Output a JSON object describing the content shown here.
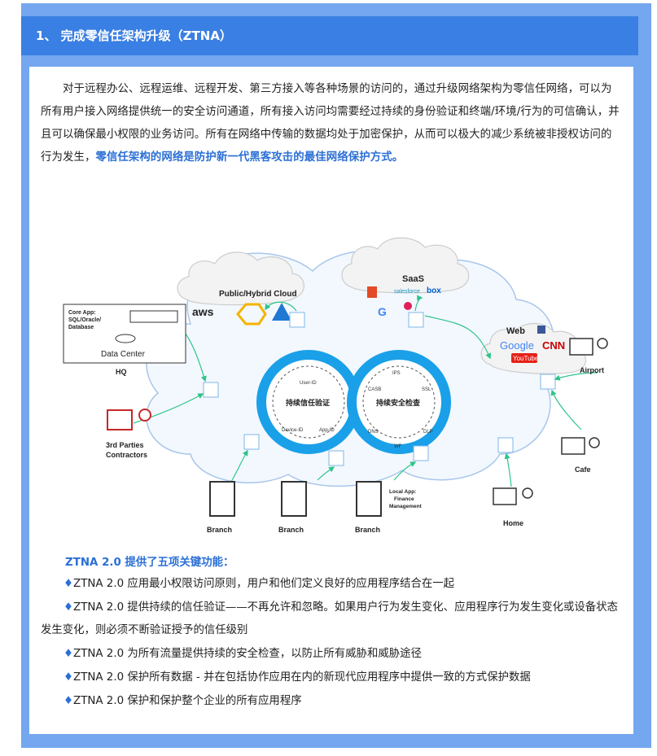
{
  "header": {
    "title": "1、 完成零信任架构升级（ZTNA）"
  },
  "intro": {
    "text": "对于远程办公、远程运维、远程开发、第三方接入等各种场景的访问的，通过升级网络架构为零信任网络，可以为所有用户接入网络提供统一的安全访问通道，所有接入访问均需要经过持续的身份验证和终端/环境/行为的可信确认，并且可以确保最小权限的业务访问。所有在网络中传输的数据均处于加密保护，从而可以极大的减少系统被非授权访问的行为发生，",
    "highlight": "零信任架构的网络是防护新一代黑客攻击的最佳网络保护方式。"
  },
  "diagram": {
    "public_cloud": "Public/Hybrid Cloud",
    "aws": "aws",
    "saas": "SaaS",
    "salesforce": "salesforce",
    "box": "box",
    "web": "Web",
    "google": "Google",
    "cnn": "CNN",
    "youtube": "YouTube",
    "core_app": "Core App:\nSQL/Oracle/\nDatabase",
    "core_app_lines": [
      "Core App:",
      "SQL/Oracle/",
      "Database"
    ],
    "data_center": "Data Center",
    "hq": "HQ",
    "third_parties": [
      "3rd Parties",
      "Contractors"
    ],
    "branch1": "Branch",
    "branch2": "Branch",
    "branch3": "Branch",
    "local_app": [
      "Local App:",
      "Finance",
      "Management"
    ],
    "home": "Home",
    "cafe": "Cafe",
    "airport": "Airport",
    "ring_left": "持续信任验证",
    "ring_right": "持续安全检查",
    "user_id": "User-ID",
    "device_id": "Device-ID",
    "app_id": "App-ID",
    "dns": "DNS",
    "dlp": "DLP",
    "wf": "WF",
    "ssl": "SSL",
    "casb": "CASB",
    "ips": "IPS"
  },
  "features": {
    "title": "ZTNA 2.0 提供了五项关键功能：",
    "bullet": "♦",
    "items": [
      "ZTNA 2.0 应用最小权限访问原则，用户和他们定义良好的应用程序结合在一起",
      "ZTNA 2.0 提供持续的信任验证——不再允许和忽略。如果用户行为发生变化、应用程序行为发生变化或设备状态发生变化，则必须不断验证授予的信任级别",
      "ZTNA 2.0 为所有流量提供持续的安全检查，以防止所有威胁和威胁途径",
      "ZTNA 2.0 保护所有数据 - 并在包括协作应用在内的新现代应用程序中提供一致的方式保护数据",
      "ZTNA 2.0 保护和保护整个企业的所有应用程序"
    ]
  },
  "colors": {
    "frame": "#74a7ef",
    "header": "#3a7fe3",
    "highlight": "#2b6fd6",
    "ring_blue": "#1aa0e8",
    "arrow_green": "#2ec48a"
  }
}
